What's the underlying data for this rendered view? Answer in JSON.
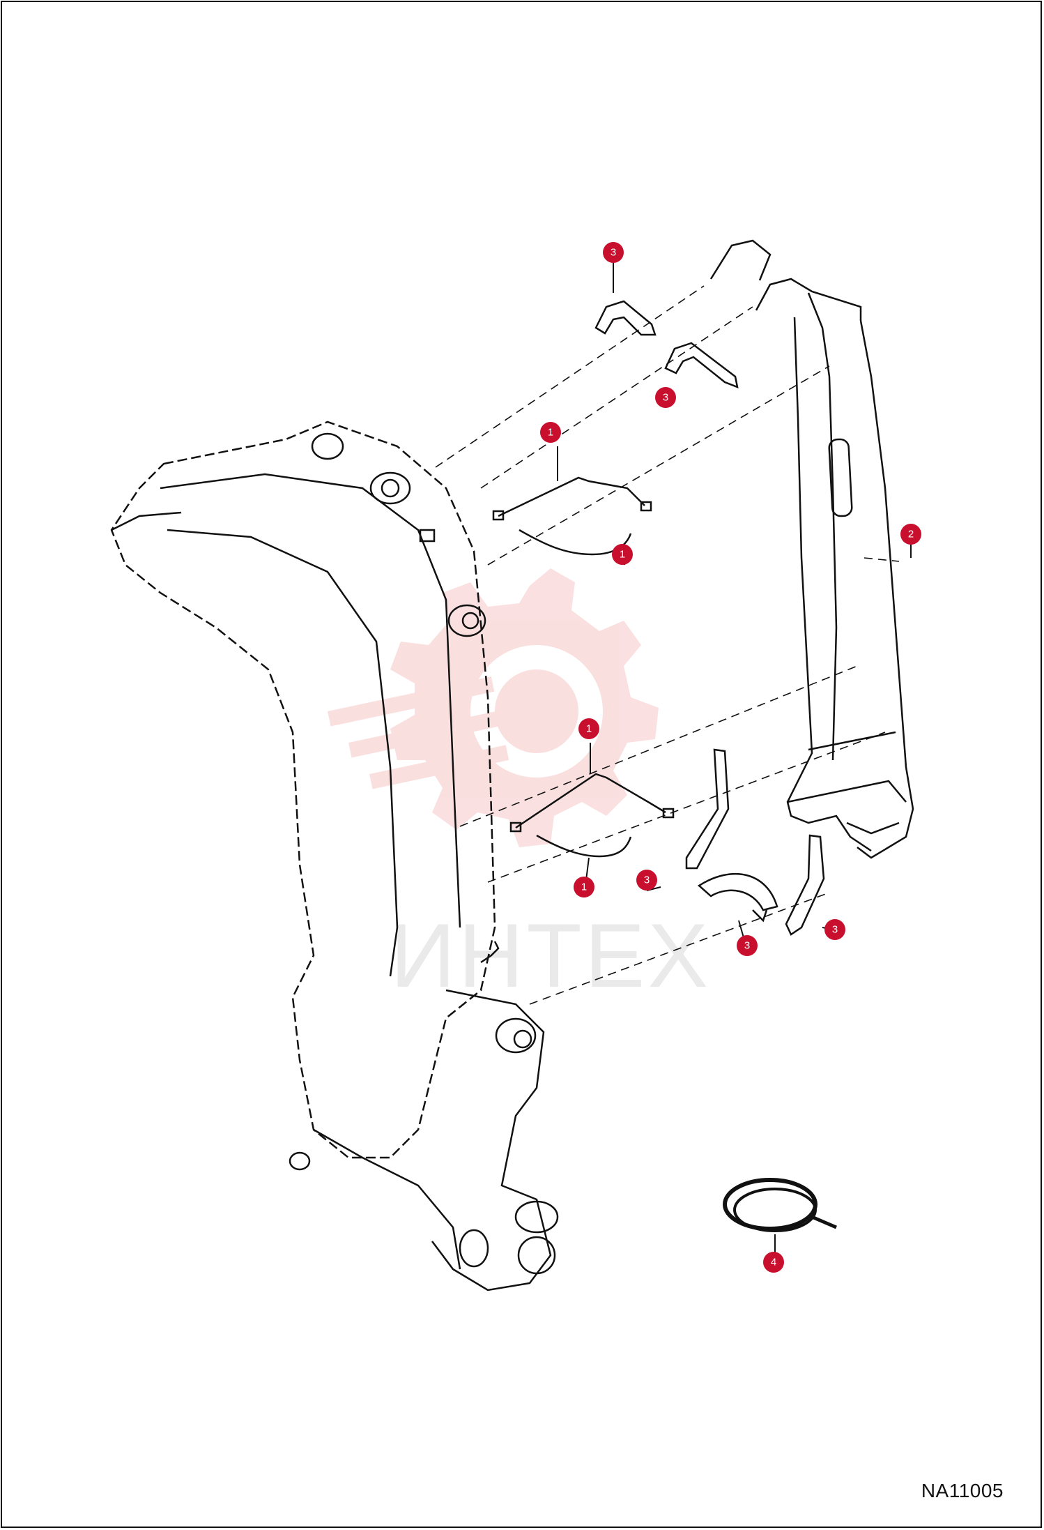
{
  "figure": {
    "id": "NA11005",
    "watermark_text": "ИНТЕХ"
  },
  "callouts": [
    {
      "label": "3",
      "ref": "3"
    },
    {
      "label": "3",
      "ref": "3"
    },
    {
      "label": "1",
      "ref": "1"
    },
    {
      "label": "1",
      "ref": "1"
    },
    {
      "label": "2",
      "ref": "2"
    },
    {
      "label": "1",
      "ref": "1"
    },
    {
      "label": "1",
      "ref": "1"
    },
    {
      "label": "3",
      "ref": "3"
    },
    {
      "label": "3",
      "ref": "3"
    },
    {
      "label": "3",
      "ref": "3"
    },
    {
      "label": "4",
      "ref": "4"
    }
  ],
  "colors": {
    "callout": "#c8102e",
    "line": "#111111",
    "watermark": "#f2b8b8"
  }
}
